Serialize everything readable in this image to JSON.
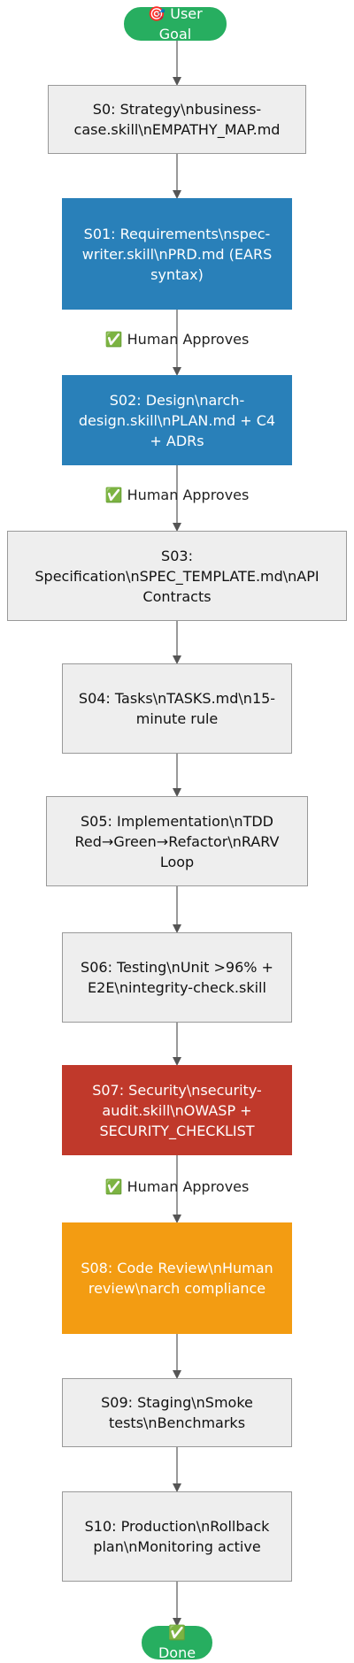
{
  "colors": {
    "terminal": "#27ae60",
    "gray": "#eeeeee",
    "gray_border": "#999999",
    "blue": "#2980b9",
    "red": "#c0392b",
    "orange": "#f39c12",
    "text_dark": "#111111",
    "text_light": "#ffffff",
    "edge": "#555555"
  },
  "nodes": [
    {
      "id": "start",
      "label": "🎯 User Goal",
      "shape": "pill",
      "style": "terminal"
    },
    {
      "id": "s0",
      "label": "S0: Strategy\\nbusiness-case.skill\\nEMPATHY_MAP.md",
      "shape": "box",
      "style": "gray"
    },
    {
      "id": "s01",
      "label": "S01: Requirements\\nspec-writer.skill\\nPRD.md (EARS syntax)",
      "shape": "box",
      "style": "blue"
    },
    {
      "id": "s02",
      "label": "S02: Design\\narch-design.skill\\nPLAN.md + C4 + ADRs",
      "shape": "box",
      "style": "blue"
    },
    {
      "id": "s03",
      "label": "S03: Specification\\nSPEC_TEMPLATE.md\\nAPI Contracts",
      "shape": "box",
      "style": "gray"
    },
    {
      "id": "s04",
      "label": "S04: Tasks\\nTASKS.md\\n15-minute rule",
      "shape": "box",
      "style": "gray"
    },
    {
      "id": "s05",
      "label": "S05: Implementation\\nTDD Red→Green→Refactor\\nRARV Loop",
      "shape": "box",
      "style": "gray"
    },
    {
      "id": "s06",
      "label": "S06: Testing\\nUnit >96% + E2E\\nintegrity-check.skill",
      "shape": "box",
      "style": "gray"
    },
    {
      "id": "s07",
      "label": "S07: Security\\nsecurity-audit.skill\\nOWASP + SECURITY_CHECKLIST",
      "shape": "box",
      "style": "red"
    },
    {
      "id": "s08",
      "label": "S08: Code Review\\nHuman review\\narch compliance",
      "shape": "box",
      "style": "orange"
    },
    {
      "id": "s09",
      "label": "S09: Staging\\nSmoke tests\\nBenchmarks",
      "shape": "box",
      "style": "gray"
    },
    {
      "id": "s10",
      "label": "S10: Production\\nRollback plan\\nMonitoring active",
      "shape": "box",
      "style": "gray"
    },
    {
      "id": "done",
      "label": "✅ Done",
      "shape": "pill",
      "style": "terminal"
    }
  ],
  "edges": [
    {
      "from": "start",
      "to": "s0",
      "label": ""
    },
    {
      "from": "s0",
      "to": "s01",
      "label": ""
    },
    {
      "from": "s01",
      "to": "s02",
      "label": "✅ Human Approves"
    },
    {
      "from": "s02",
      "to": "s03",
      "label": "✅ Human Approves"
    },
    {
      "from": "s03",
      "to": "s04",
      "label": ""
    },
    {
      "from": "s04",
      "to": "s05",
      "label": ""
    },
    {
      "from": "s05",
      "to": "s06",
      "label": ""
    },
    {
      "from": "s06",
      "to": "s07",
      "label": ""
    },
    {
      "from": "s07",
      "to": "s08",
      "label": "✅ Human Approves"
    },
    {
      "from": "s08",
      "to": "s09",
      "label": ""
    },
    {
      "from": "s09",
      "to": "s10",
      "label": ""
    },
    {
      "from": "s10",
      "to": "done",
      "label": ""
    }
  ]
}
